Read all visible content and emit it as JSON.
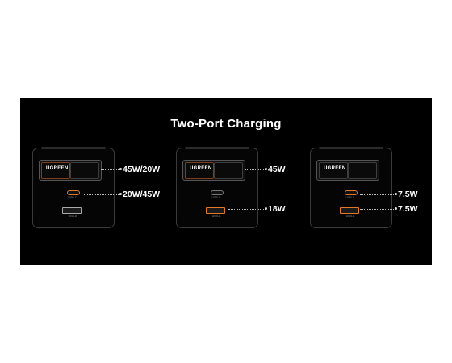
{
  "title": "Two-Port Charging",
  "brand": "UGREEN",
  "port_labels": {
    "usb_c": "USB-C",
    "usb_a": "USB-A"
  },
  "panels": [
    {
      "plug_output": "45W/20W",
      "port2_output": "20W/45W"
    },
    {
      "plug_output": "45W",
      "port2_output": "18W"
    },
    {
      "plug_output": "7.5W",
      "port2_output": "7.5W"
    }
  ],
  "colors": {
    "background": "#000000",
    "accent": "#e07a2a",
    "text": "#ffffff"
  }
}
